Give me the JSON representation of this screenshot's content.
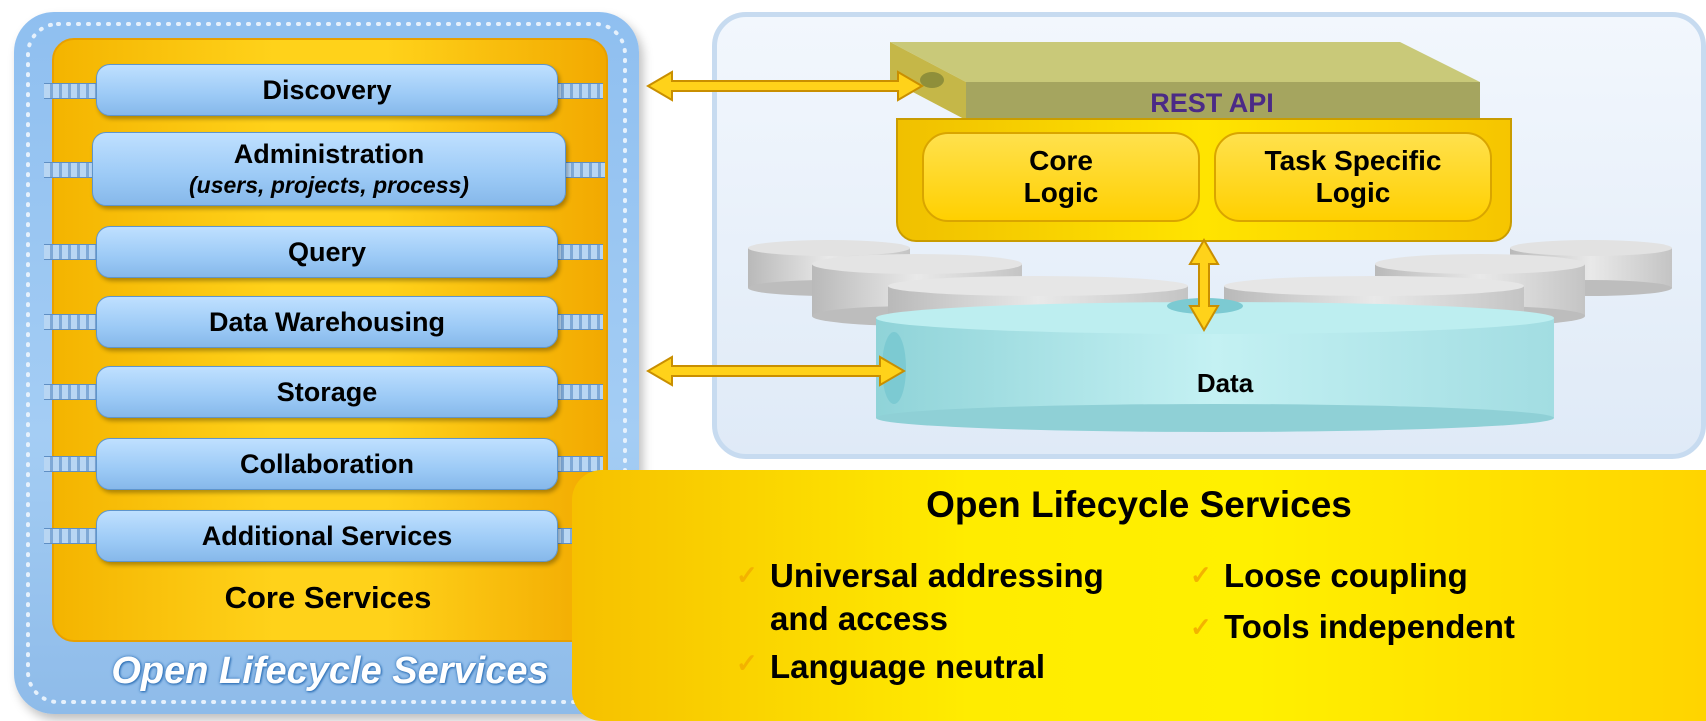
{
  "left_panel": {
    "services": [
      {
        "label": "Discovery",
        "sub": ""
      },
      {
        "label": "Administration",
        "sub": "(users, projects, process)"
      },
      {
        "label": "Query",
        "sub": ""
      },
      {
        "label": "Data Warehousing",
        "sub": ""
      },
      {
        "label": "Storage",
        "sub": ""
      },
      {
        "label": "Collaboration",
        "sub": ""
      },
      {
        "label": "Additional Services",
        "sub": ""
      }
    ],
    "core_title": "Core Services",
    "caption": "Open Lifecycle Services"
  },
  "server": {
    "rest_api": "REST API",
    "core_logic": [
      "Core",
      "Logic"
    ],
    "task_logic": [
      "Task Specific",
      "Logic"
    ]
  },
  "data_label": "Data",
  "bottom": {
    "title": "Open Lifecycle Services",
    "bullets_left": [
      "Universal addressing",
      "and access",
      "Language neutral"
    ],
    "bullets_right": [
      "Loose coupling",
      "Tools independent"
    ]
  },
  "colors": {
    "accent_yellow": "#ffd21a",
    "service_blue": "#9ccaf6",
    "rest_text": "#4b2a86",
    "data_cyan": "#aee6ea"
  }
}
